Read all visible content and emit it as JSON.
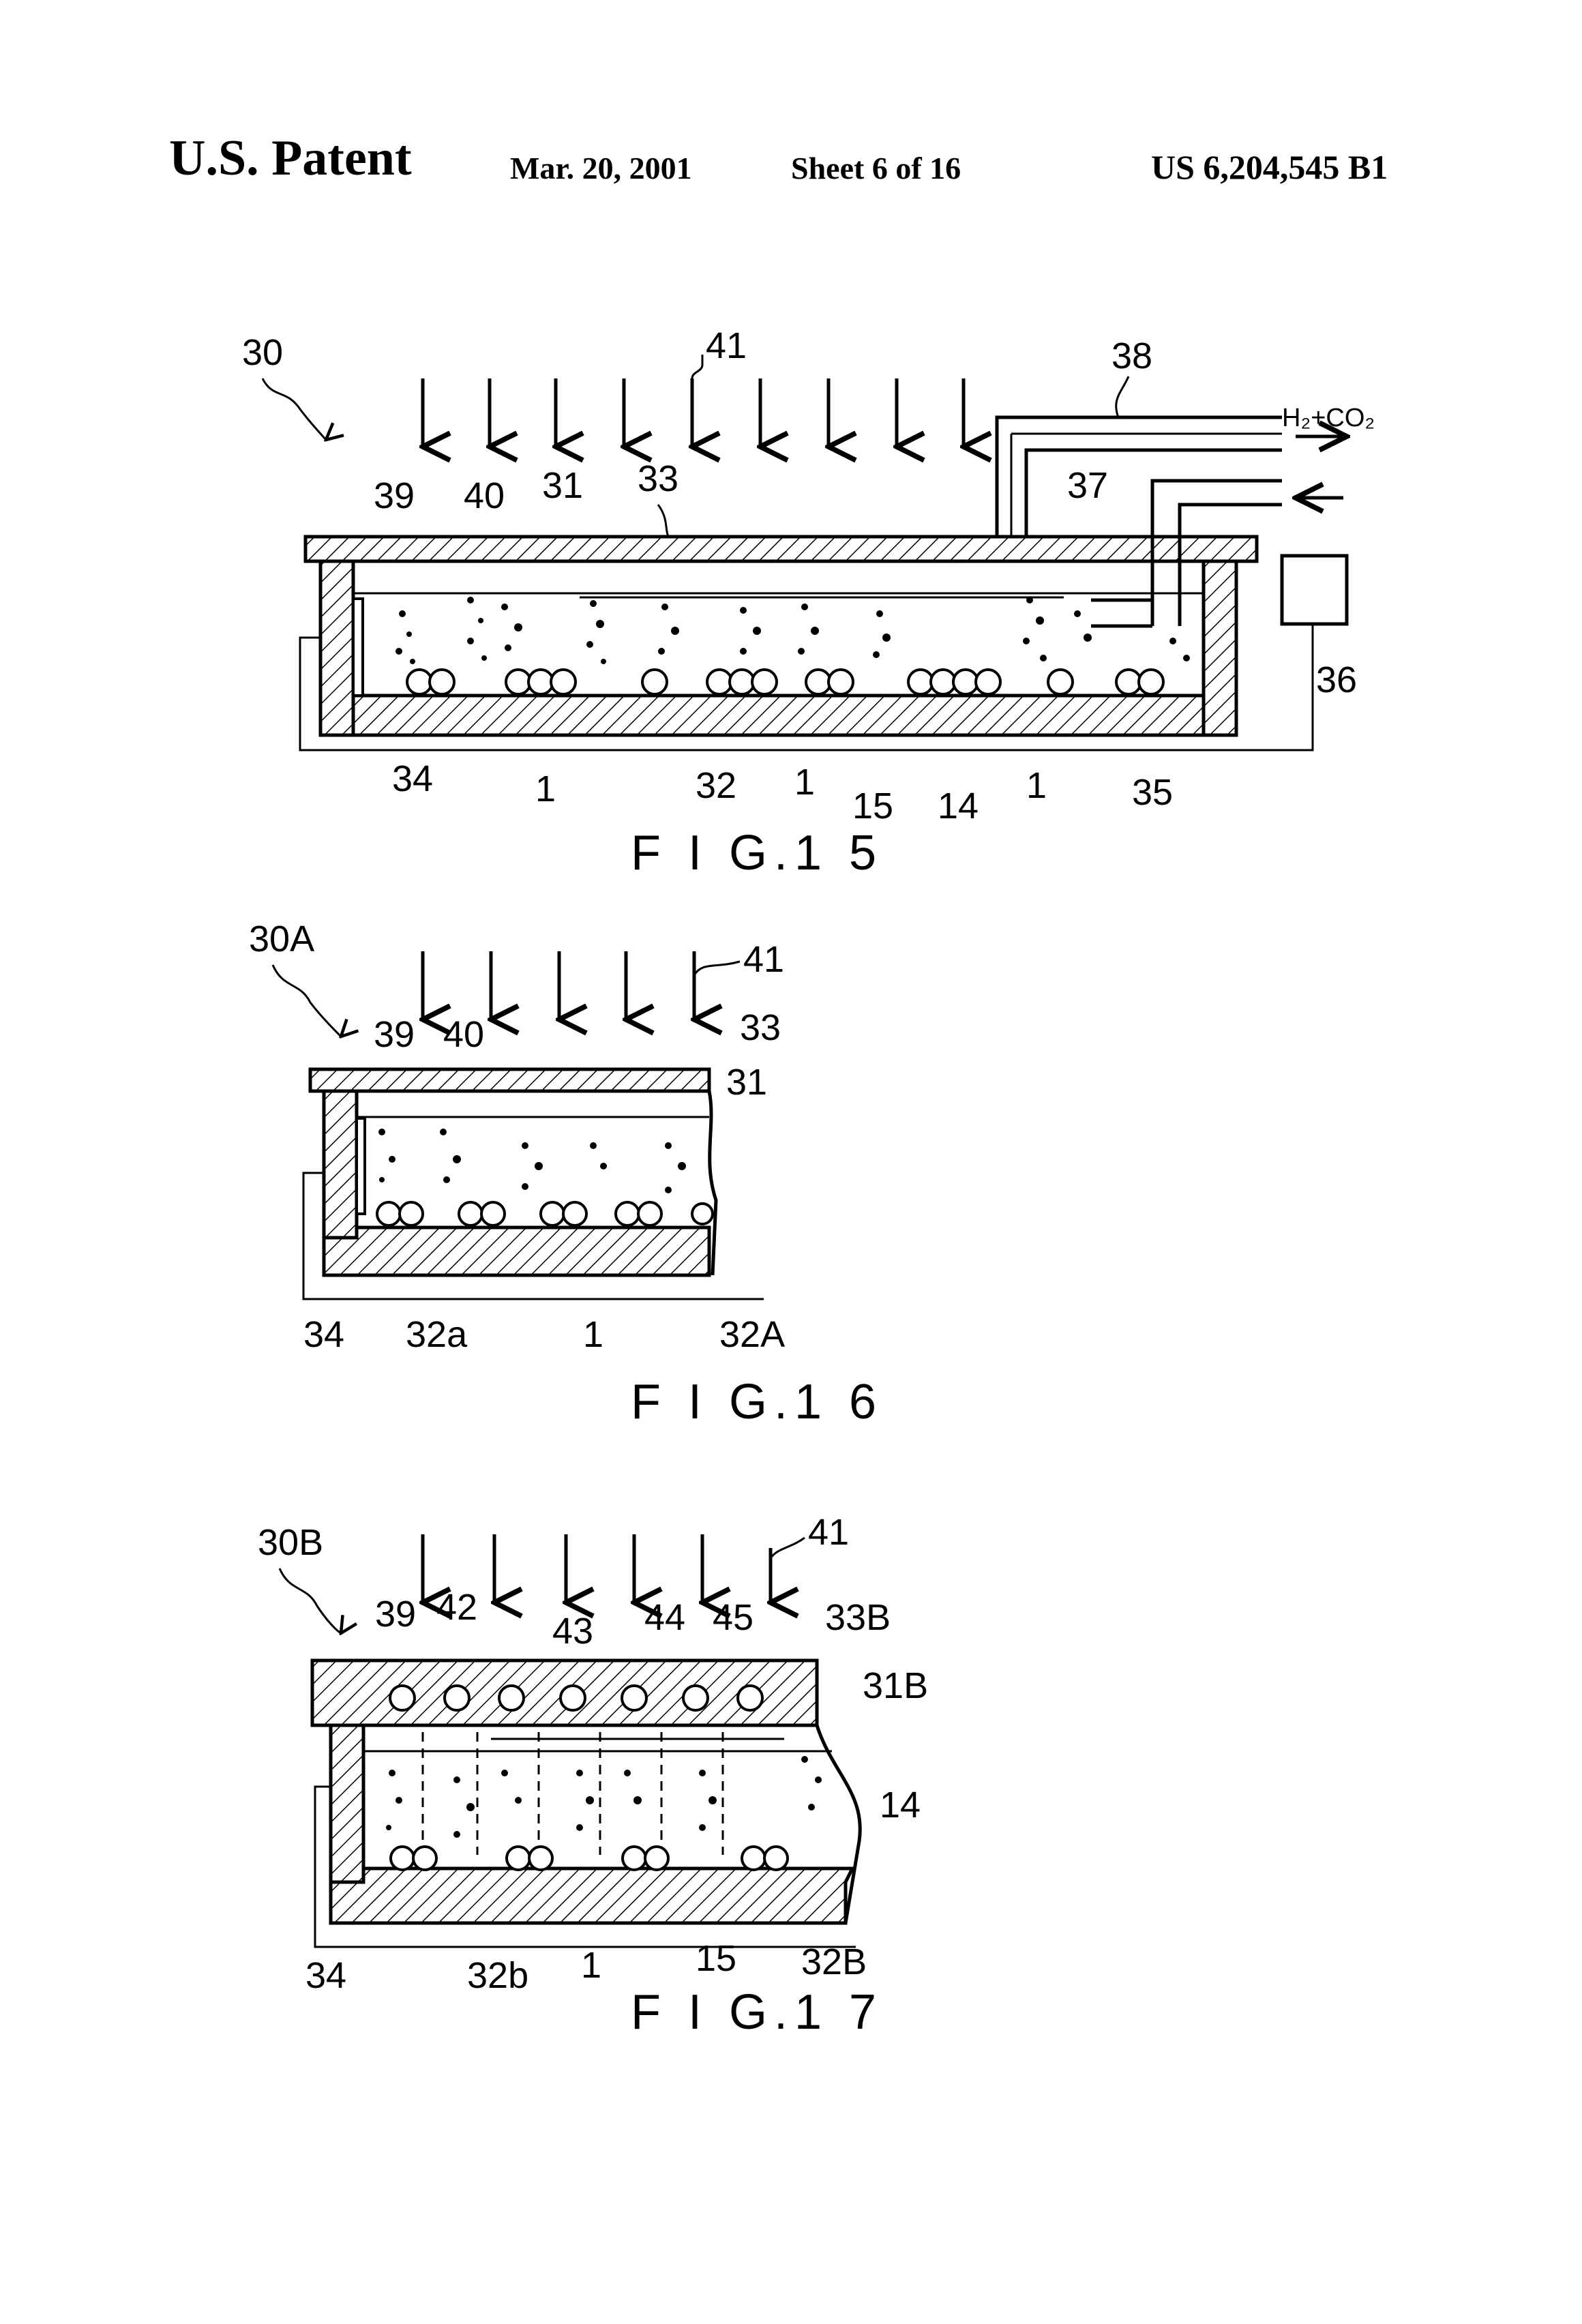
{
  "header": {
    "title": "U.S. Patent",
    "date": "Mar. 20, 2001",
    "sheet": "Sheet 6 of 16",
    "patent_number": "US 6,204,545 B1"
  },
  "figures": [
    {
      "caption": "F I G.1 5",
      "labels": {
        "l30": "30",
        "l41": "41",
        "l38": "38",
        "lgas": "H₂+CO₂",
        "l39": "39",
        "l40": "40",
        "l31": "31",
        "l33": "33",
        "l37": "37",
        "l36": "36",
        "l34": "34",
        "l1a": "1",
        "l32": "32",
        "l1b": "1",
        "l15": "15",
        "l14": "14",
        "l1c": "1",
        "l35": "35"
      }
    },
    {
      "caption": "F I G.1 6",
      "labels": {
        "l30a": "30A",
        "l41": "41",
        "l39": "39",
        "l40": "40",
        "l33": "33",
        "l31": "31",
        "l34": "34",
        "l32a": "32a",
        "l1": "1",
        "l32A": "32A"
      }
    },
    {
      "caption": "F I G.1 7",
      "labels": {
        "l30b": "30B",
        "l41": "41",
        "l39": "39",
        "l42": "42",
        "l43": "43",
        "l44": "44",
        "l45": "45",
        "l33B": "33B",
        "l31B": "31B",
        "l14": "14",
        "l34": "34",
        "l32b": "32b",
        "l1": "1",
        "l15": "15",
        "l32B": "32B"
      }
    }
  ]
}
